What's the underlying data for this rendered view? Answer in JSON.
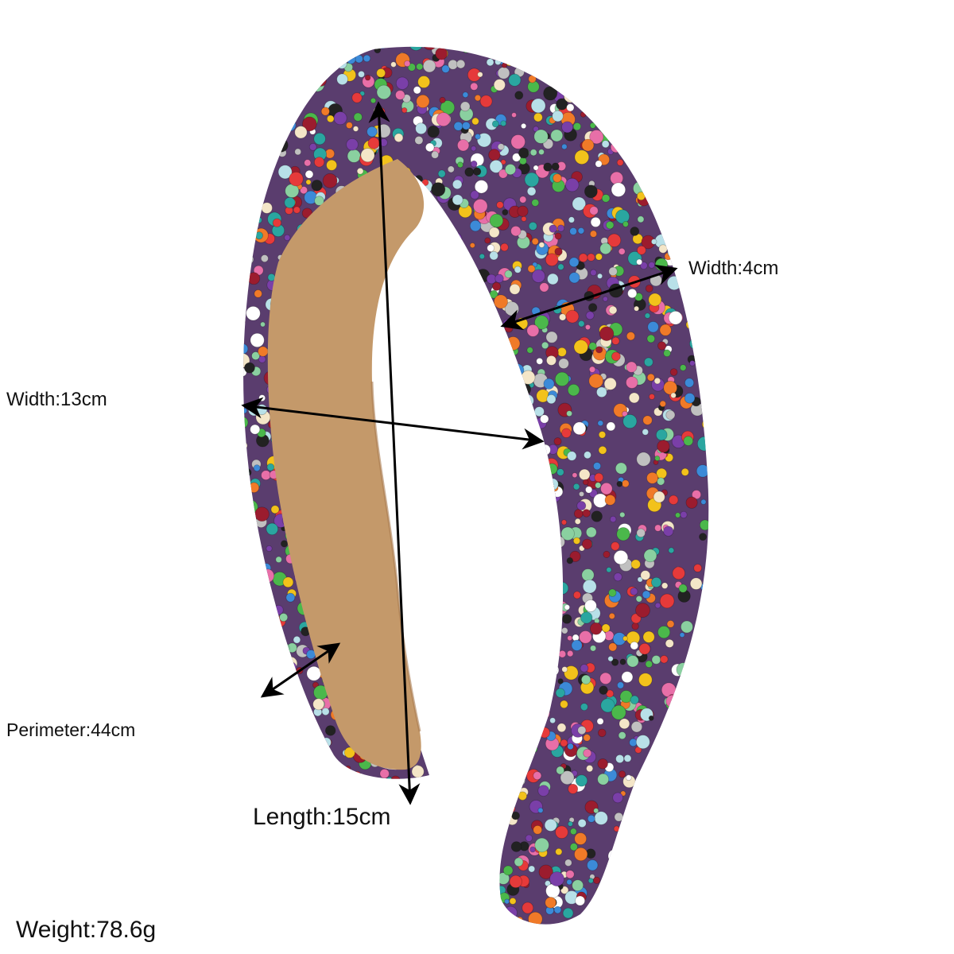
{
  "labels": {
    "width_band": "Width:4cm",
    "width_total": "Width:13cm",
    "perimeter": "Perimeter:44cm",
    "length": "Length:15cm",
    "weight": "Weight:78.6g"
  },
  "colors": {
    "liner": "#c4996a",
    "band_base": "#5a3d6e",
    "arrow": "#000000",
    "beads": [
      "#e63a3a",
      "#f2c21b",
      "#2aa6a0",
      "#ffffff",
      "#7a3fa8",
      "#3c8ad8",
      "#f07a28",
      "#e86fa8",
      "#4bb84b",
      "#b8e0e8",
      "#222222",
      "#f4e6c8",
      "#c0c0c0",
      "#9b1c2e",
      "#8ad0a0"
    ]
  }
}
